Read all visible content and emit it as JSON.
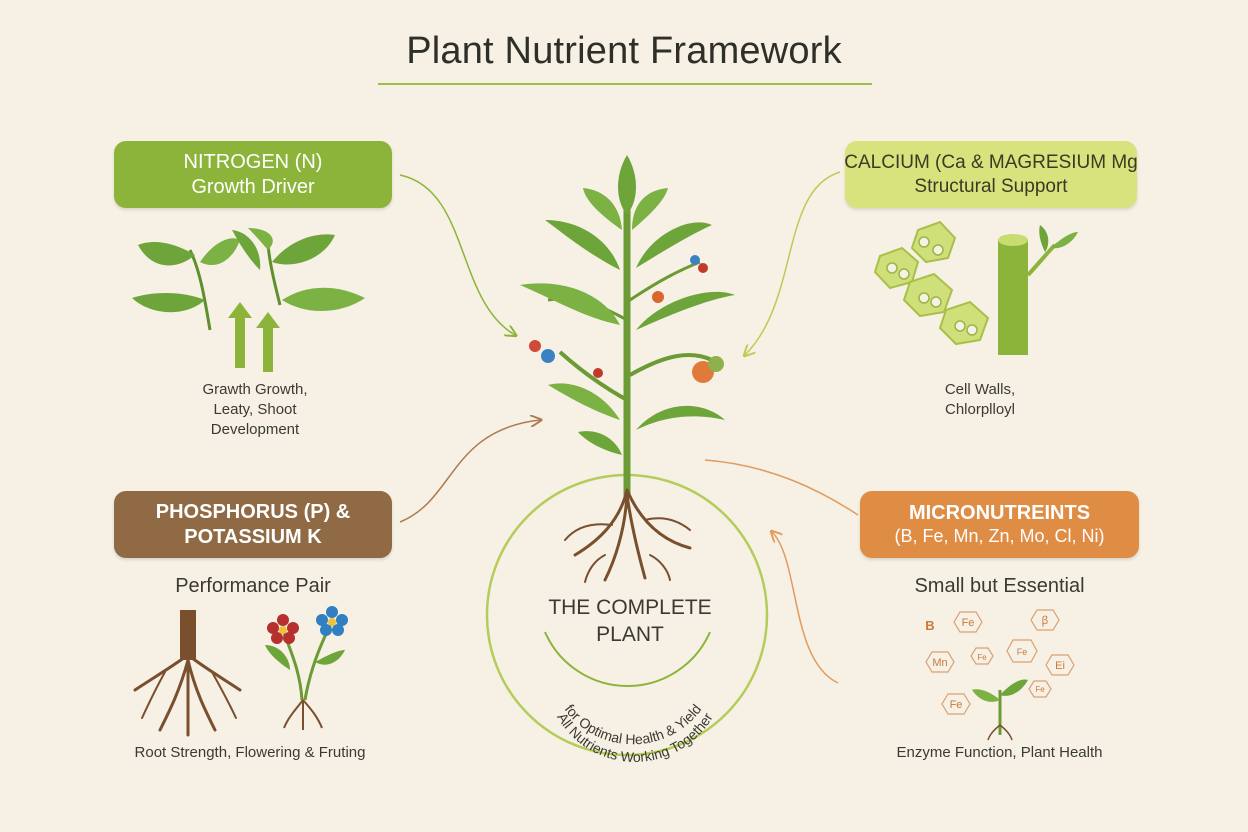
{
  "title": "Plant Nutrient Framework",
  "nitrogen": {
    "heading": "NITROGEN (N)",
    "subheading": "Growth Driver",
    "caption_lines": [
      "Grawth Growth,",
      "Leaty, Shoot",
      "Development"
    ]
  },
  "calcium": {
    "heading": "CALCIUM (Ca & MAGRESIUM Mg",
    "subheading": "Structural Support",
    "caption_lines": [
      "Cell Walls,",
      "Chlorplloyl"
    ]
  },
  "phosphorus": {
    "heading": "PHOSPHORUS (P) &",
    "subheading": "POTASSIUM K",
    "caption_head": "Performance Pair",
    "caption_foot": "Root Strength, Flowering & Fruting"
  },
  "micronutrients": {
    "heading": "MICRONUTREINTS",
    "subheading": "(B, Fe, Mn, Zn, Mo, Cl, Ni)",
    "caption_head": "Small but Essential",
    "caption_foot": "Enzyme Function, Plant Health",
    "symbols": [
      "B",
      "Fe",
      "Mn",
      "ꞵ",
      "Fe",
      "Fe",
      "Ei",
      "Fe",
      "Fe"
    ]
  },
  "center": {
    "title_lines": [
      "THE COMPLETE",
      "PLANT"
    ],
    "arc_line1": "All Nutrients Working Together",
    "arc_line2": "for Optimal Health & Yield"
  },
  "colors": {
    "background": "#f6f1e4",
    "nitrogen": "#8db43a",
    "calcium": "#d8e37e",
    "phosphorus": "#8f6a45",
    "micronutrients": "#df8c45",
    "leaf": "#6ea53a",
    "root": "#7a4f2e"
  }
}
